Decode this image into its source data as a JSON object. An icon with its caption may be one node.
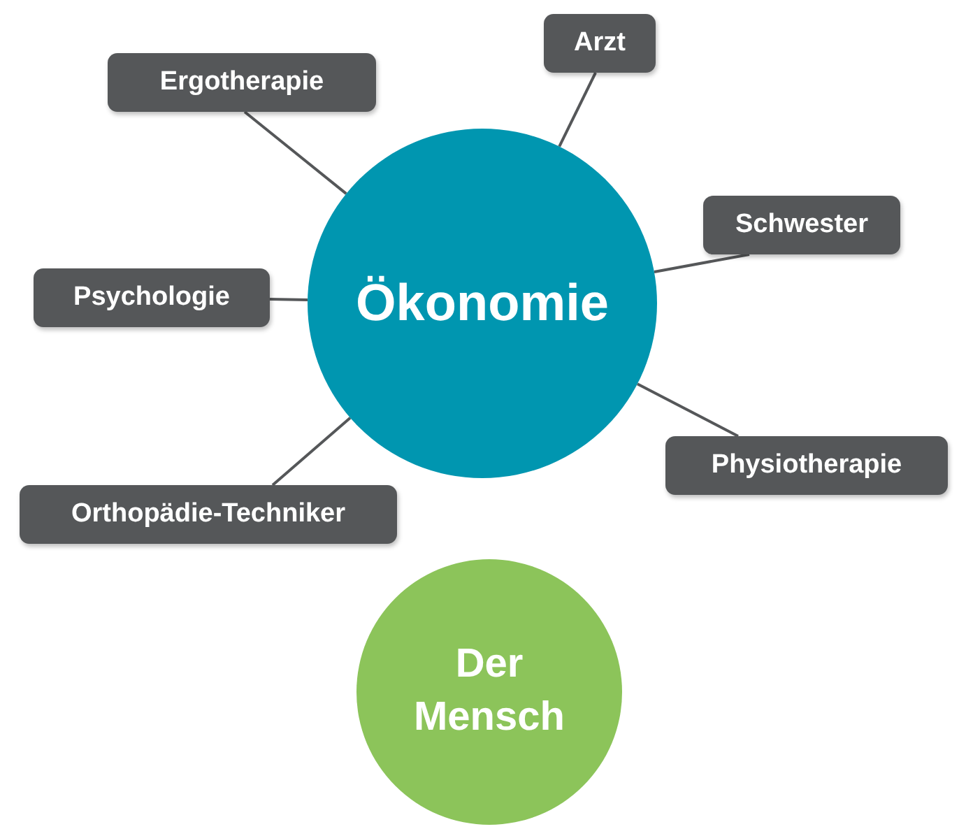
{
  "diagram": {
    "nodes": [
      {
        "text": [
          "Arzt"
        ]
      },
      {
        "text": [
          "Ergotherapie"
        ]
      },
      {
        "text": [
          "Schwester"
        ]
      },
      {
        "text": [
          "Psychologie"
        ]
      },
      {
        "text": [
          "Ökonomie"
        ]
      },
      {
        "text": [
          "Physiotherapie"
        ]
      },
      {
        "text": [
          "Orthopädie-Techniker"
        ]
      },
      {
        "text": [
          "Der Mensch"
        ]
      }
    ],
    "edges": [
      {
        "from": 4,
        "to": 0,
        "arrow": "none"
      },
      {
        "from": 4,
        "to": 1,
        "arrow": "none"
      },
      {
        "from": 4,
        "to": 2,
        "arrow": "none"
      },
      {
        "from": 4,
        "to": 3,
        "arrow": "none"
      },
      {
        "from": 4,
        "to": 5,
        "arrow": "none"
      },
      {
        "from": 4,
        "to": 6,
        "arrow": "none"
      }
    ]
  }
}
